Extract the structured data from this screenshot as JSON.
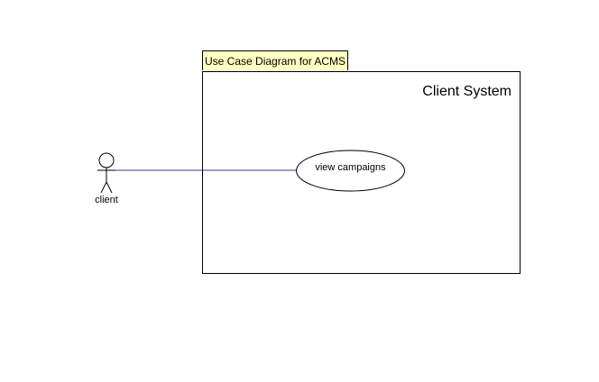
{
  "diagram": {
    "frame_label": "Use Case Diagram for ACMS",
    "frame_label_background": "#ffffc0",
    "system": {
      "title": "Client System"
    },
    "actor": {
      "name": "client",
      "icon": "stick-figure-icon"
    },
    "use_case": {
      "label": "view campaigns"
    },
    "association_color": "#3b3b8f"
  }
}
